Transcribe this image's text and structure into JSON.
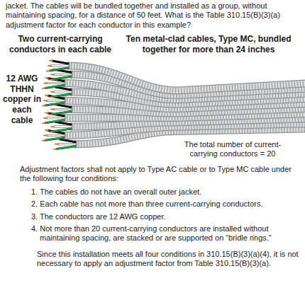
{
  "diagram": {
    "labels": [
      "jacket. The cables will be bundled together and installed as a group, without maintaining spacing, for a distance of 50 feet. What is the Table 310.15(B)(3)(a) adjustment factor for each conductor in this example?",
      "Two current-carrying conductors in each cable",
      "Ten metal-clad cables, Type MC, bundled together for more than 24 inches",
      "12 AWG THHN copper in each cable",
      "The total number of current-carrying conductors = 20",
      "Adjustment factors shall not apply to Type AC cable or to Type MC cable under the following four conditions:",
      "1. The cables do not have an overall outer jacket.",
      "2. Each cable has not more than three current-carrying conductors.",
      "3. The conductors are 12 AWG copper.",
      "4. Not more than 20 current-carrying conductors are installed without maintaining spacing, are stacked or are supported on “bridle rings.”",
      "Since this installation meets all four conditions in 310.15(B)(3)(a)(4), it is not necessary to apply an adjustment factor from Table 310.15(B)(3)(a)."
    ]
  }
}
